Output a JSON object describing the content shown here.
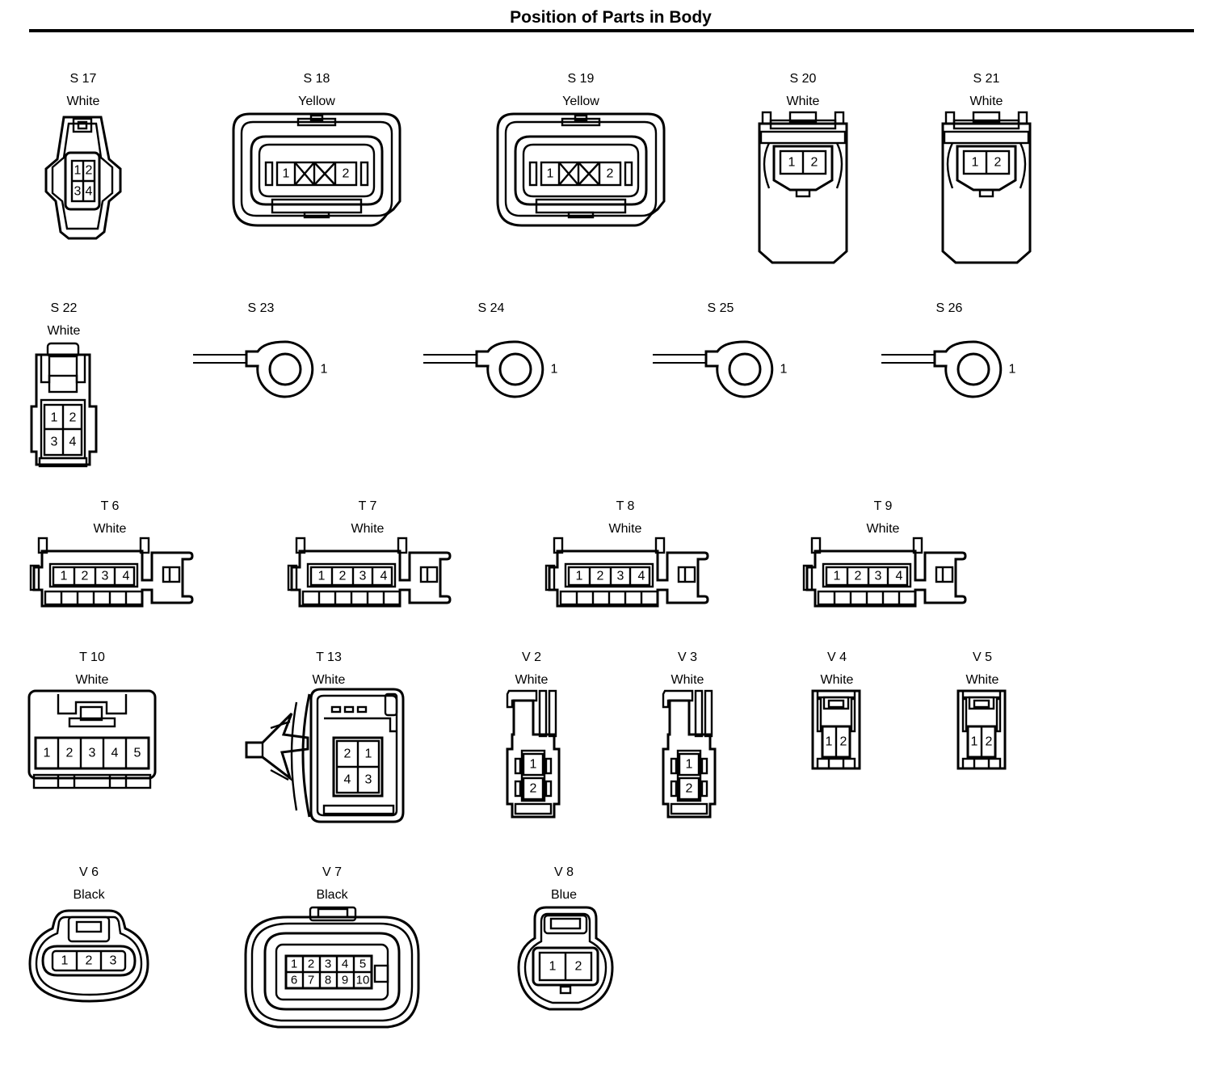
{
  "title": "Position of Parts in Body",
  "connectors": [
    {
      "id": "S17",
      "code": "S 17",
      "color": "White",
      "pins": [
        "1",
        "2",
        "3",
        "4"
      ]
    },
    {
      "id": "S18",
      "code": "S 18",
      "color": "Yellow",
      "pins": [
        "1",
        "2"
      ]
    },
    {
      "id": "S19",
      "code": "S 19",
      "color": "Yellow",
      "pins": [
        "1",
        "2"
      ]
    },
    {
      "id": "S20",
      "code": "S 20",
      "color": "White",
      "pins": [
        "1",
        "2"
      ]
    },
    {
      "id": "S21",
      "code": "S 21",
      "color": "White",
      "pins": [
        "1",
        "2"
      ]
    },
    {
      "id": "S22",
      "code": "S 22",
      "color": "White",
      "pins": [
        "1",
        "2",
        "3",
        "4"
      ]
    },
    {
      "id": "S23",
      "code": "S 23",
      "color": "",
      "pins": [
        "1"
      ]
    },
    {
      "id": "S24",
      "code": "S 24",
      "color": "",
      "pins": [
        "1"
      ]
    },
    {
      "id": "S25",
      "code": "S 25",
      "color": "",
      "pins": [
        "1"
      ]
    },
    {
      "id": "S26",
      "code": "S 26",
      "color": "",
      "pins": [
        "1"
      ]
    },
    {
      "id": "T6",
      "code": "T 6",
      "color": "White",
      "pins": [
        "1",
        "2",
        "3",
        "4"
      ]
    },
    {
      "id": "T7",
      "code": "T 7",
      "color": "White",
      "pins": [
        "1",
        "2",
        "3",
        "4"
      ]
    },
    {
      "id": "T8",
      "code": "T 8",
      "color": "White",
      "pins": [
        "1",
        "2",
        "3",
        "4"
      ]
    },
    {
      "id": "T9",
      "code": "T 9",
      "color": "White",
      "pins": [
        "1",
        "2",
        "3",
        "4"
      ]
    },
    {
      "id": "T10",
      "code": "T 10",
      "color": "White",
      "pins": [
        "1",
        "2",
        "3",
        "4",
        "5"
      ]
    },
    {
      "id": "T13",
      "code": "T 13",
      "color": "White",
      "pins": [
        "2",
        "1",
        "4",
        "3"
      ]
    },
    {
      "id": "V2",
      "code": "V 2",
      "color": "White",
      "pins": [
        "1",
        "2"
      ]
    },
    {
      "id": "V3",
      "code": "V 3",
      "color": "White",
      "pins": [
        "1",
        "2"
      ]
    },
    {
      "id": "V4",
      "code": "V 4",
      "color": "White",
      "pins": [
        "1",
        "2"
      ]
    },
    {
      "id": "V5",
      "code": "V 5",
      "color": "White",
      "pins": [
        "1",
        "2"
      ]
    },
    {
      "id": "V6",
      "code": "V 6",
      "color": "Black",
      "pins": [
        "1",
        "2",
        "3"
      ]
    },
    {
      "id": "V7",
      "code": "V 7",
      "color": "Black",
      "pins": [
        "1",
        "2",
        "3",
        "4",
        "5",
        "6",
        "7",
        "8",
        "9",
        "10"
      ]
    },
    {
      "id": "V8",
      "code": "V 8",
      "color": "Blue",
      "pins": [
        "1",
        "2"
      ]
    }
  ]
}
